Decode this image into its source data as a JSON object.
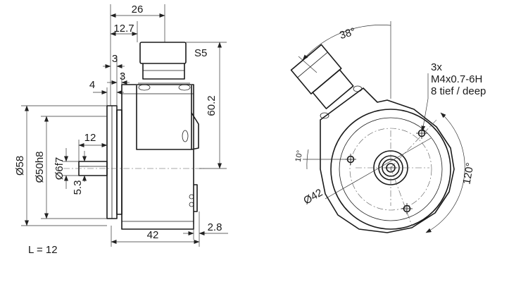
{
  "drawing": {
    "side_view": {
      "dim_width_26": "26",
      "dim_width_12_7": "12.7",
      "dim_3_upper": "3",
      "dim_3_lower": "3",
      "dim_4": "4",
      "dim_connector_label": "S5",
      "dim_height_60_2": "60.2",
      "dim_dia_58": "Ø58",
      "dim_dia_50h8": "Ø50h8",
      "dim_dia_6f7": "Ø6f7",
      "dim_shaft_12": "12",
      "dim_5_3": "5.3",
      "dim_body_42": "42",
      "dim_2_8": "2.8",
      "variant_note": "L = 12"
    },
    "front_view": {
      "angle_38": "38°",
      "thread_count": "3x",
      "thread_spec": "M4x0.7-6H",
      "thread_depth": "8 tief / deep",
      "angle_10": "10°",
      "angle_120": "120°",
      "dia_42": "Ø42"
    }
  }
}
